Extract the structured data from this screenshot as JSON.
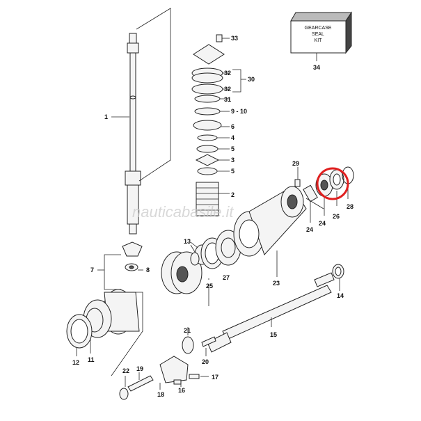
{
  "kit": {
    "line1": "GEARCASE",
    "line2": "SEAL",
    "line3": "KIT"
  },
  "watermark": "nauticabasile.it",
  "highlight_color": "#e02020",
  "labels": {
    "l1": "1",
    "l2": "2",
    "l3": "3",
    "l4": "4",
    "l5a": "5",
    "l5b": "5",
    "l6": "6",
    "l7": "7",
    "l8": "8",
    "l9_10": "9 - 10",
    "l11": "11",
    "l12": "12",
    "l13": "13",
    "l14": "14",
    "l15": "15",
    "l16": "16",
    "l17": "17",
    "l18": "18",
    "l19": "19",
    "l20": "20",
    "l21": "21",
    "l22": "22",
    "l23": "23",
    "l24a": "24",
    "l24b": "24",
    "l25": "25",
    "l26": "26",
    "l27": "27",
    "l28": "28",
    "l29": "29",
    "l30": "30",
    "l31": "31",
    "l32a": "32",
    "l32b": "32",
    "l33": "33",
    "l34": "34"
  }
}
